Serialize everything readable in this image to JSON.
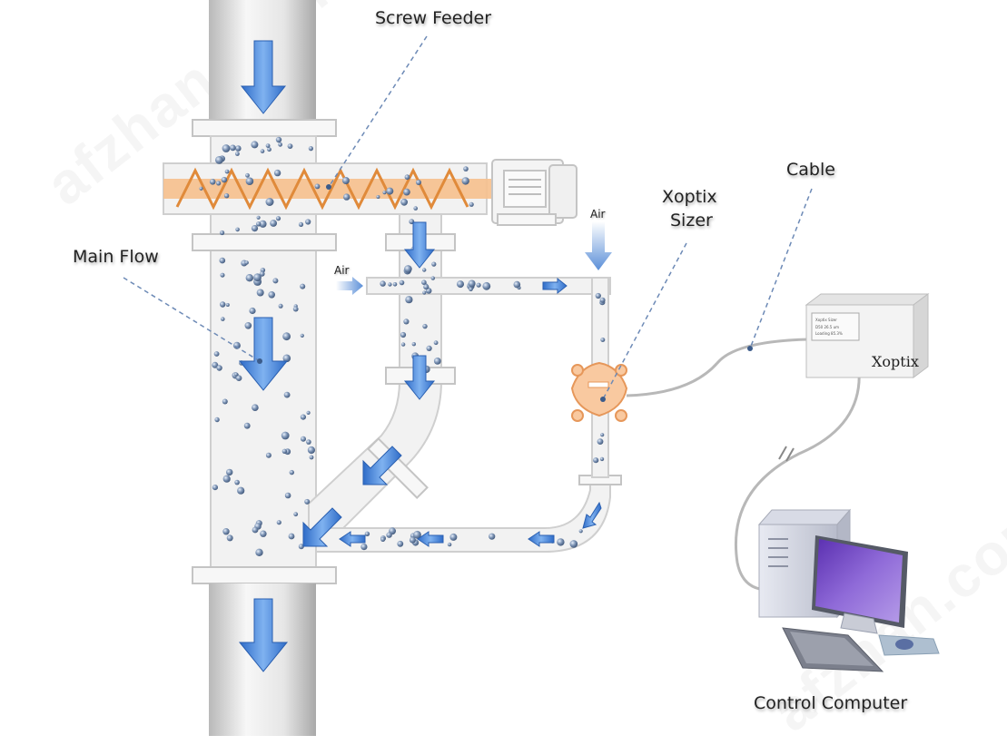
{
  "diagram": {
    "title": "Xoptix Sizer sampling system",
    "labels": {
      "screw_feeder": "Screw Feeder",
      "main_flow": "Main Flow",
      "xoptix_sizer_line1": "Xoptix",
      "xoptix_sizer_line2": "Sizer",
      "cable": "Cable",
      "control_computer": "Control Computer",
      "air_left": "Air",
      "air_top": "Air"
    },
    "analyzer_box": {
      "brand": "Xoptix",
      "display_line1": "Xoptix Sizer",
      "display_line2": "D50     26.5 um",
      "display_line3": "Loading     85.3%"
    },
    "watermarks": [
      "afzhan.com",
      "afzhan.com"
    ],
    "colors": {
      "pipe_fill": "#f2f2f2",
      "pipe_stroke": "#c8c8c8",
      "arrow_blue": "#3f7fd6",
      "screw_orange": "#f4a460",
      "sensor_orange": "#f9c9a0",
      "screen_purple": "#7b52c9",
      "particle": "#6f87a8"
    },
    "nodes": [
      {
        "id": "main-pipe",
        "label": "Main Flow"
      },
      {
        "id": "screw-feeder",
        "label": "Screw Feeder"
      },
      {
        "id": "motor",
        "label": ""
      },
      {
        "id": "sample-line",
        "label": ""
      },
      {
        "id": "sensor",
        "label": "Xoptix Sizer"
      },
      {
        "id": "analyzer",
        "label": "Xoptix"
      },
      {
        "id": "computer",
        "label": "Control Computer"
      }
    ],
    "edges": [
      {
        "from": "screw-feeder",
        "to": "sample-line",
        "label": ""
      },
      {
        "from": "sample-line",
        "to": "sensor",
        "label": "Air"
      },
      {
        "from": "sensor",
        "to": "main-pipe",
        "label": ""
      },
      {
        "from": "sensor",
        "to": "analyzer",
        "label": "Cable"
      },
      {
        "from": "analyzer",
        "to": "computer",
        "label": ""
      }
    ]
  }
}
